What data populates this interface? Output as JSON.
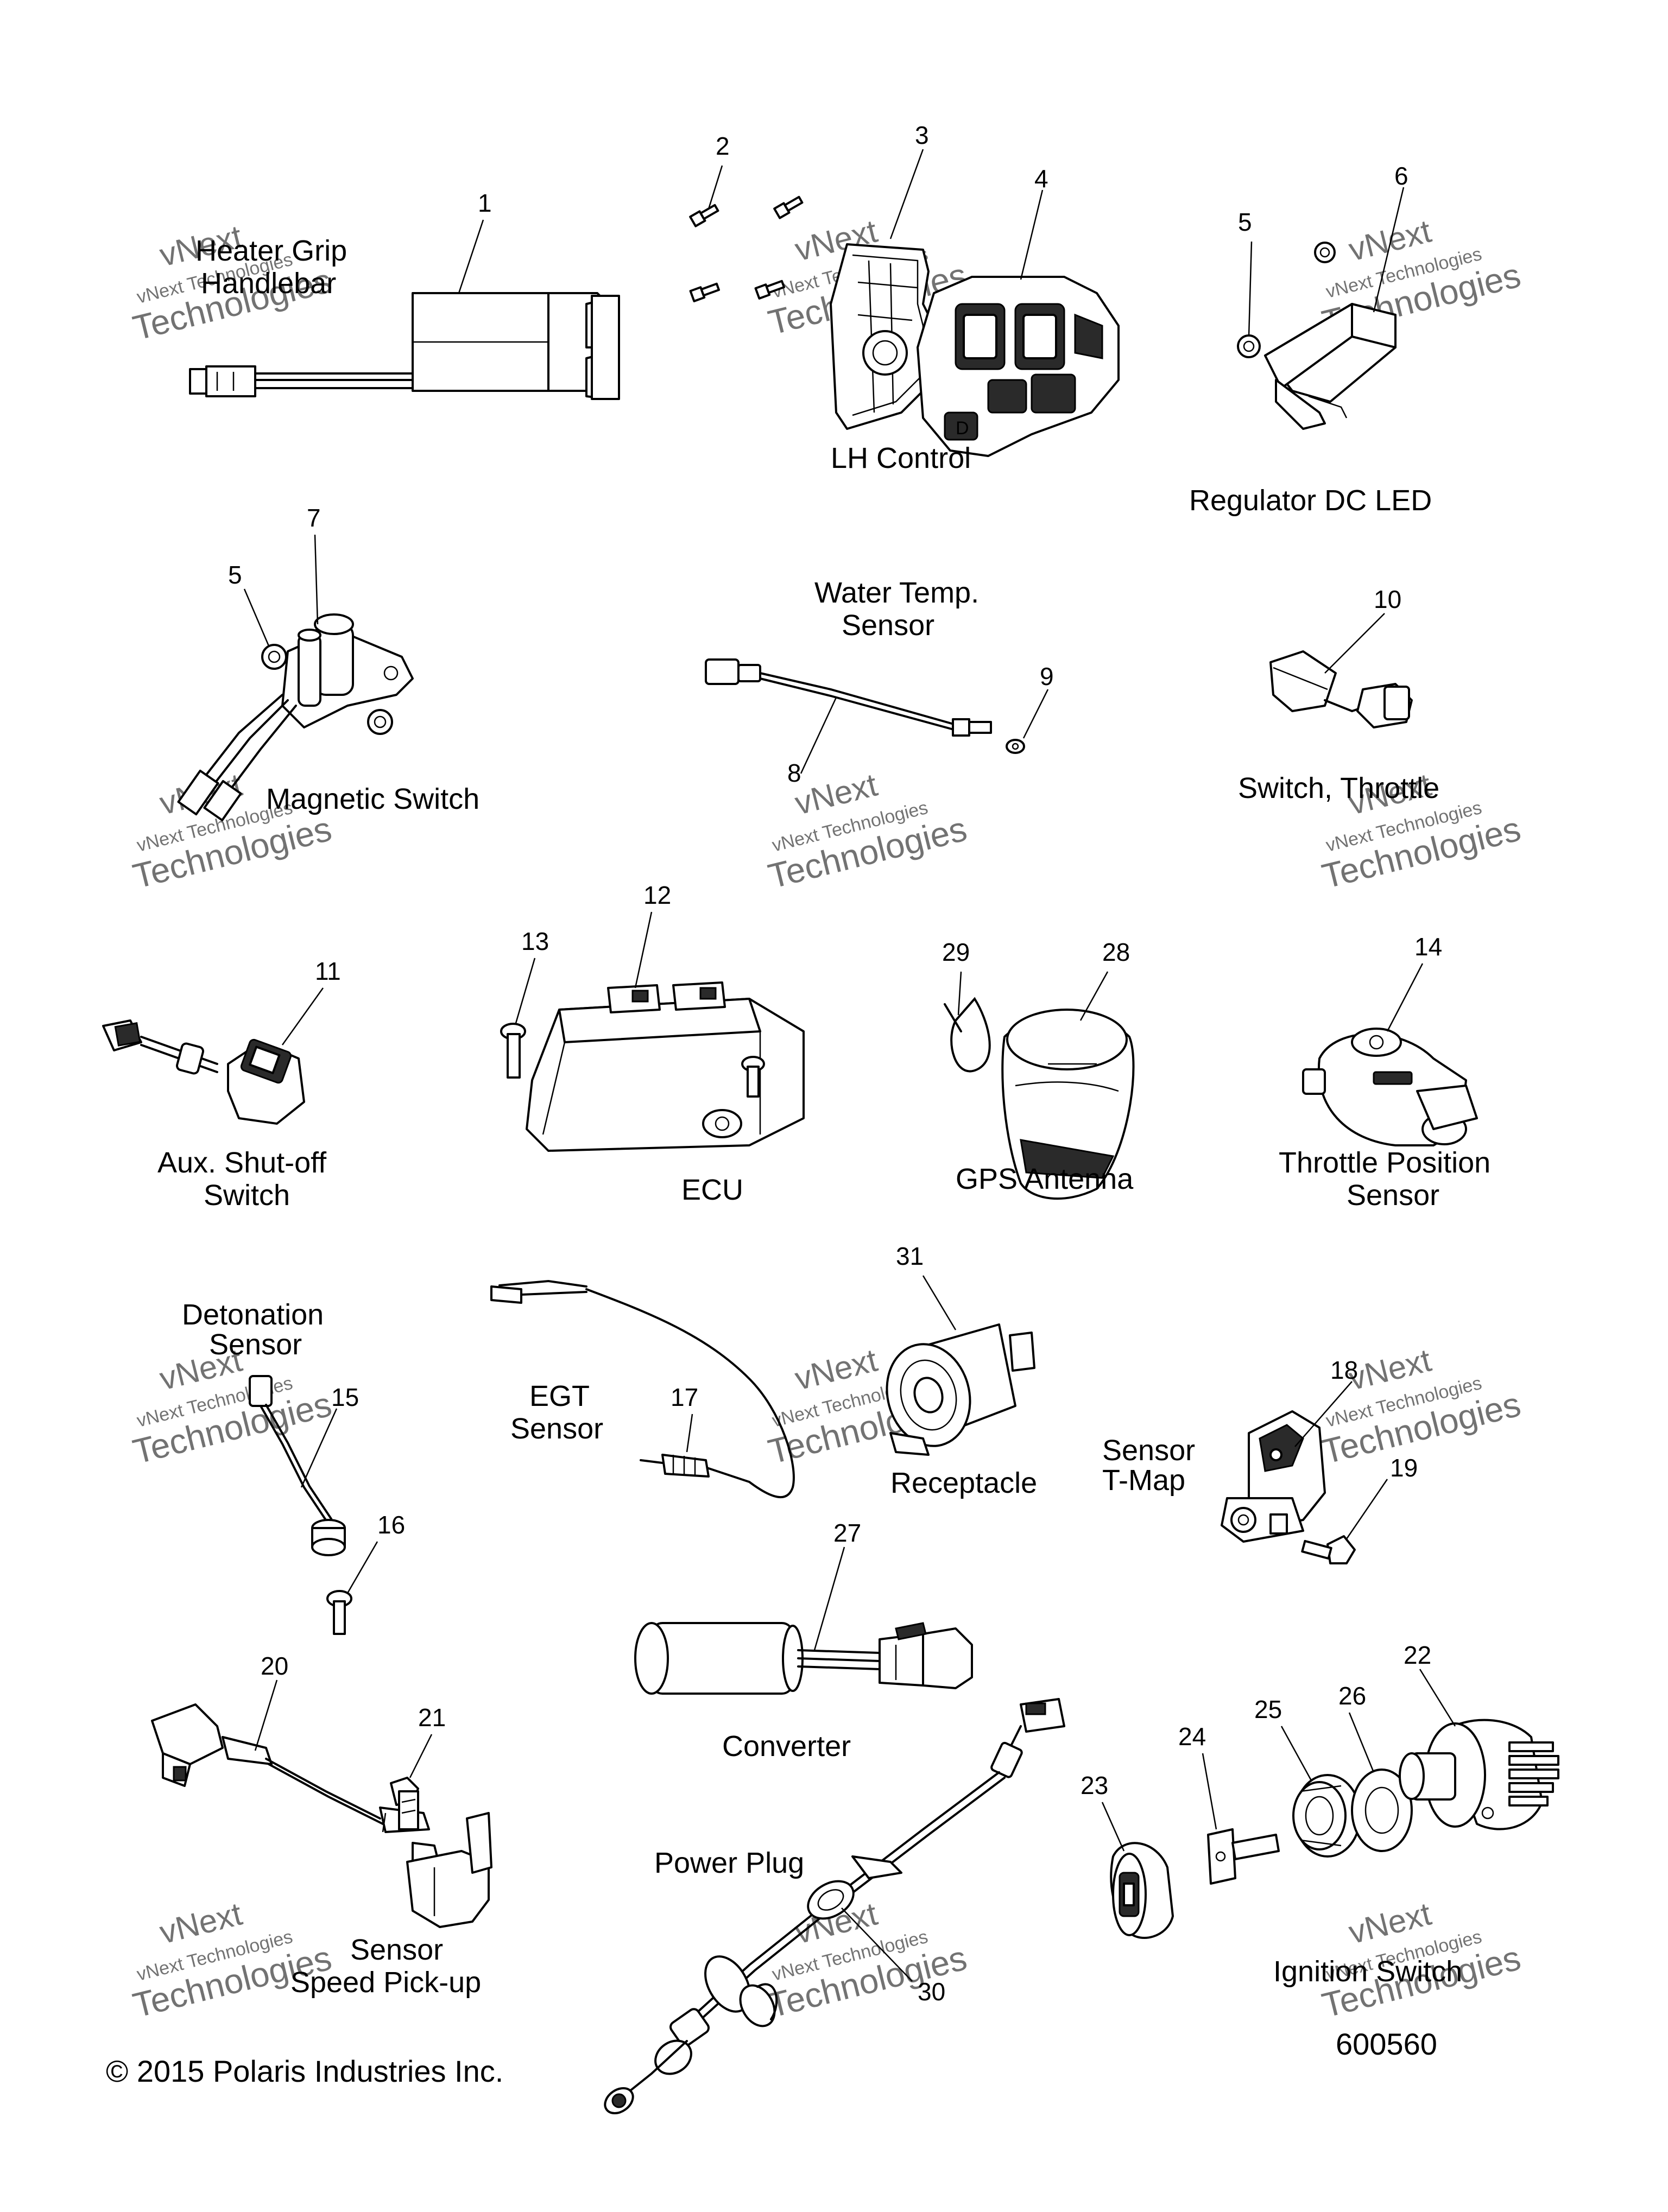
{
  "labels": {
    "heater_grip": [
      "Heater Grip",
      "Handlebar"
    ],
    "lh_control": "LH Control",
    "regulator": "Regulator DC LED",
    "magnetic_switch": "Magnetic Switch",
    "water_temp": [
      "Water Temp.",
      "Sensor"
    ],
    "switch_throttle": "Switch, Throttle",
    "aux_shutoff": [
      "Aux. Shut-off",
      "Switch"
    ],
    "ecu": "ECU",
    "gps": "GPS Antenna",
    "tps": [
      "Throttle Position",
      "Sensor"
    ],
    "detonation": [
      "Detonation",
      "Sensor"
    ],
    "egt": [
      "EGT",
      "Sensor"
    ],
    "receptacle": "Receptacle",
    "tmap": [
      "Sensor",
      "T-Map"
    ],
    "converter": "Converter",
    "speed_pickup": [
      "Sensor",
      "Speed Pick-up"
    ],
    "power_plug": "Power Plug",
    "ignition": "Ignition Switch"
  },
  "callouts": {
    "c1": "1",
    "c2": "2",
    "c3": "3",
    "c4": "4",
    "c5a": "5",
    "c6": "6",
    "c5b": "5",
    "c7": "7",
    "c8": "8",
    "c9": "9",
    "c10": "10",
    "c11": "11",
    "c12": "12",
    "c13": "13",
    "c28": "28",
    "c29": "29",
    "c14": "14",
    "c31": "31",
    "c15": "15",
    "c16": "16",
    "c17": "17",
    "c18": "18",
    "c19": "19",
    "c27": "27",
    "c20": "20",
    "c21": "21",
    "c22": "22",
    "c23": "23",
    "c24": "24",
    "c25": "25",
    "c26": "26",
    "c30": "30"
  },
  "footer": {
    "copyright": "© 2015 Polaris Industries Inc.",
    "diagram_number": "600560"
  },
  "watermark": {
    "line1": "vNext",
    "line2": "vNext Technologies",
    "line3": "Technologies"
  }
}
